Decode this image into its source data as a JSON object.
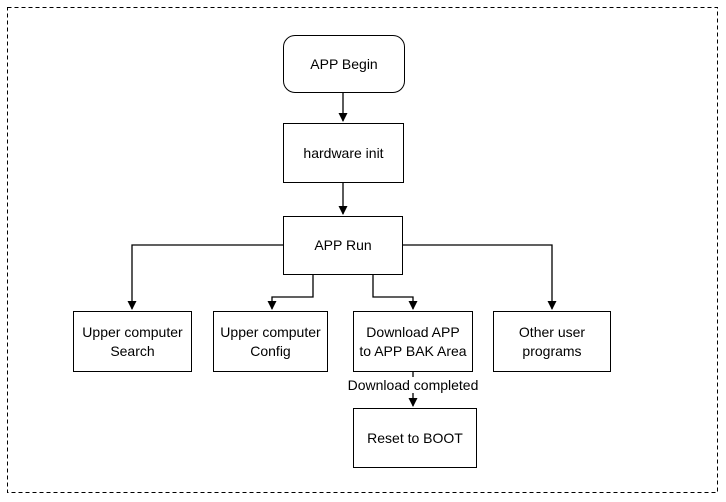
{
  "diagram": {
    "type": "flowchart",
    "colors": {
      "line": "#000000",
      "text": "#000000",
      "background": "#ffffff",
      "border_style": "dashed"
    }
  },
  "nodes": {
    "app_begin": {
      "label": "APP Begin",
      "shape": "rounded-rectangle"
    },
    "hardware_init": {
      "label": "hardware init",
      "shape": "rectangle"
    },
    "app_run": {
      "label": "APP Run",
      "shape": "rectangle"
    },
    "upper_search": {
      "label": "Upper computer\nSearch",
      "shape": "rectangle"
    },
    "upper_config": {
      "label": "Upper computer\nConfig",
      "shape": "rectangle"
    },
    "download_app": {
      "label": "Download APP\nto APP BAK Area",
      "shape": "rectangle"
    },
    "other_programs": {
      "label": "Other user\nprograms",
      "shape": "rectangle"
    },
    "reset_boot": {
      "label": "Reset to BOOT",
      "shape": "rectangle"
    }
  },
  "edges": {
    "download_completed_label": "Download completed",
    "connections": [
      {
        "from": "APP Begin",
        "to": "hardware init"
      },
      {
        "from": "hardware init",
        "to": "APP Run"
      },
      {
        "from": "APP Run",
        "to": "Upper computer Search"
      },
      {
        "from": "APP Run",
        "to": "Upper computer Config"
      },
      {
        "from": "APP Run",
        "to": "Download APP to APP BAK Area"
      },
      {
        "from": "APP Run",
        "to": "Other user programs"
      },
      {
        "from": "Download APP to APP BAK Area",
        "to": "Reset to BOOT",
        "label": "Download completed"
      }
    ]
  }
}
